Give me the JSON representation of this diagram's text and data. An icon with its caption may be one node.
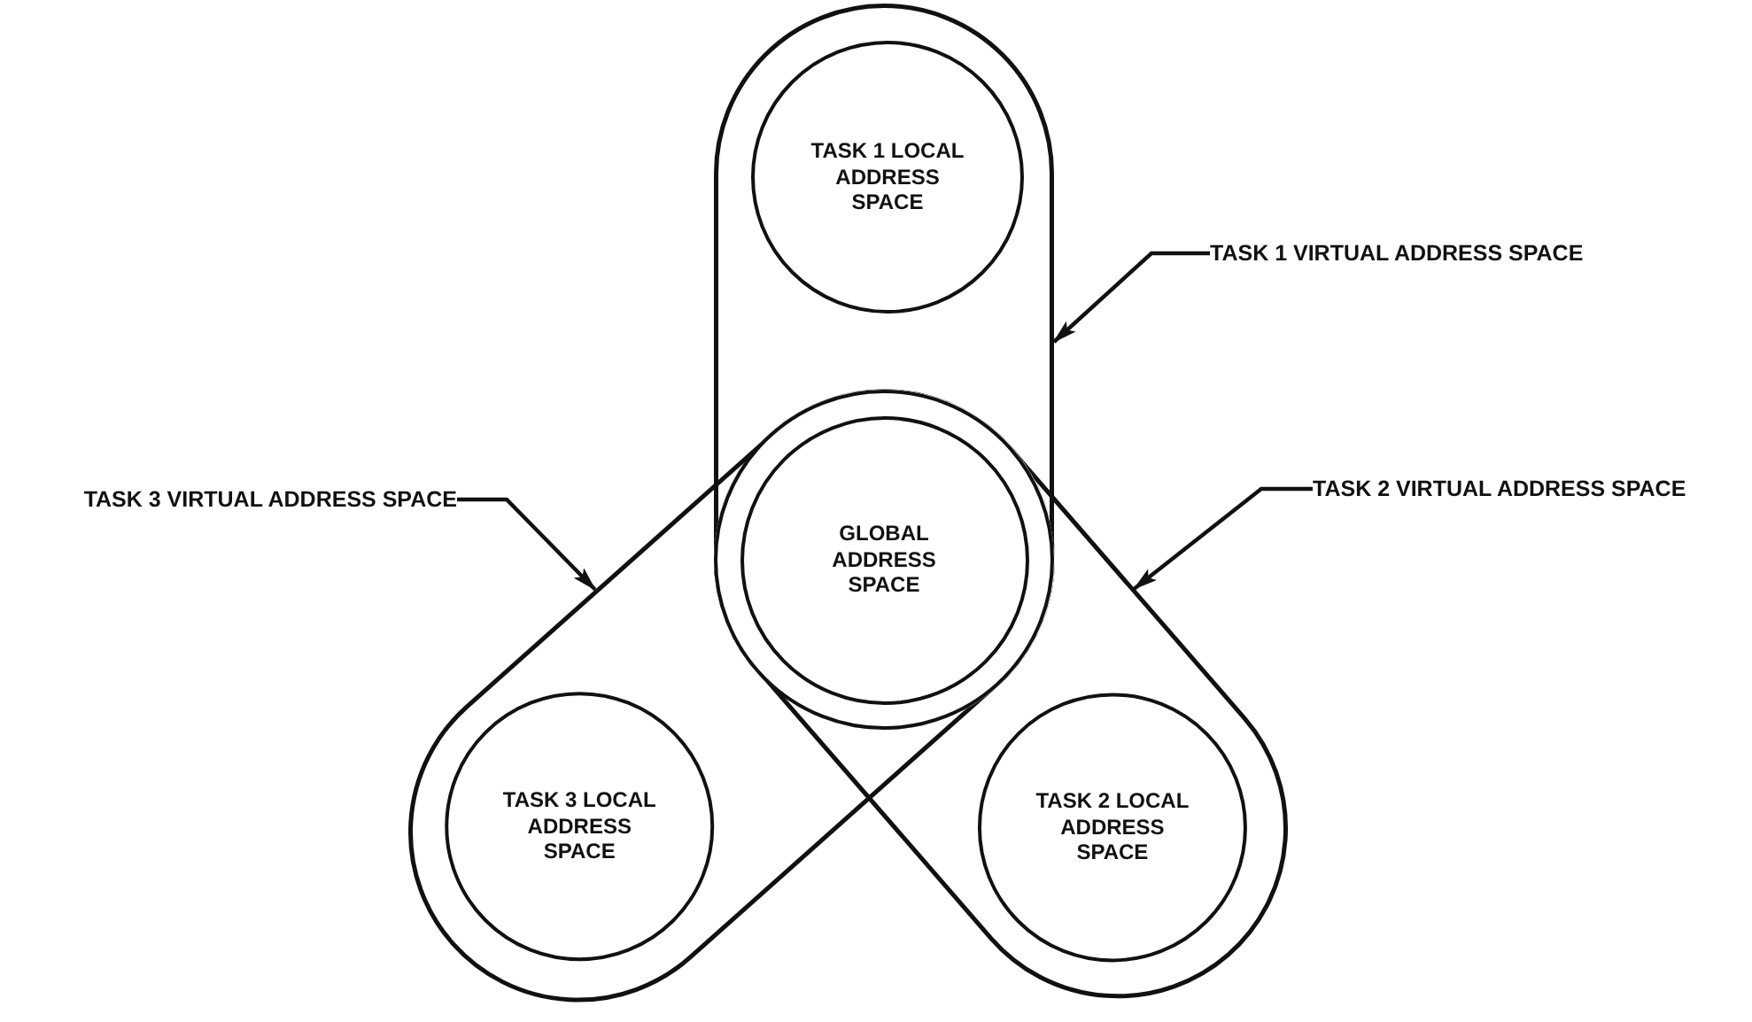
{
  "diagram": {
    "nodes": [
      {
        "text": [],
        "shape": "capsule"
      },
      {
        "text": [
          "TASK 1 LOCAL ADDRESS SPACE"
        ],
        "in": 0
      },
      {
        "text": [
          "TASK 1 VIRTUAL ADDRESS SPACE"
        ]
      },
      {
        "text": [
          "TASK 3 VIRTUAL ADDRESS SPACE"
        ]
      },
      {
        "text": [
          "TASK 2 VIRTUAL ADDRESS SPACE"
        ]
      },
      {
        "text": [
          "GLOBAL ADDRESS SPACE"
        ]
      },
      {
        "text": [],
        "shape": "capsule"
      },
      {
        "text": [],
        "shape": "capsule"
      },
      {
        "text": [
          "TASK 3 LOCAL ADDRESS SPACE"
        ],
        "in": 6
      },
      {
        "text": [
          "TASK 2 LOCAL ADDRESS SPACE"
        ],
        "in": 7
      }
    ],
    "edges": [
      {
        "from": 2,
        "to": 0,
        "arrow": "to"
      },
      {
        "from": 3,
        "to": 6,
        "arrow": "to"
      },
      {
        "from": 4,
        "to": 7,
        "arrow": "to"
      }
    ]
  }
}
